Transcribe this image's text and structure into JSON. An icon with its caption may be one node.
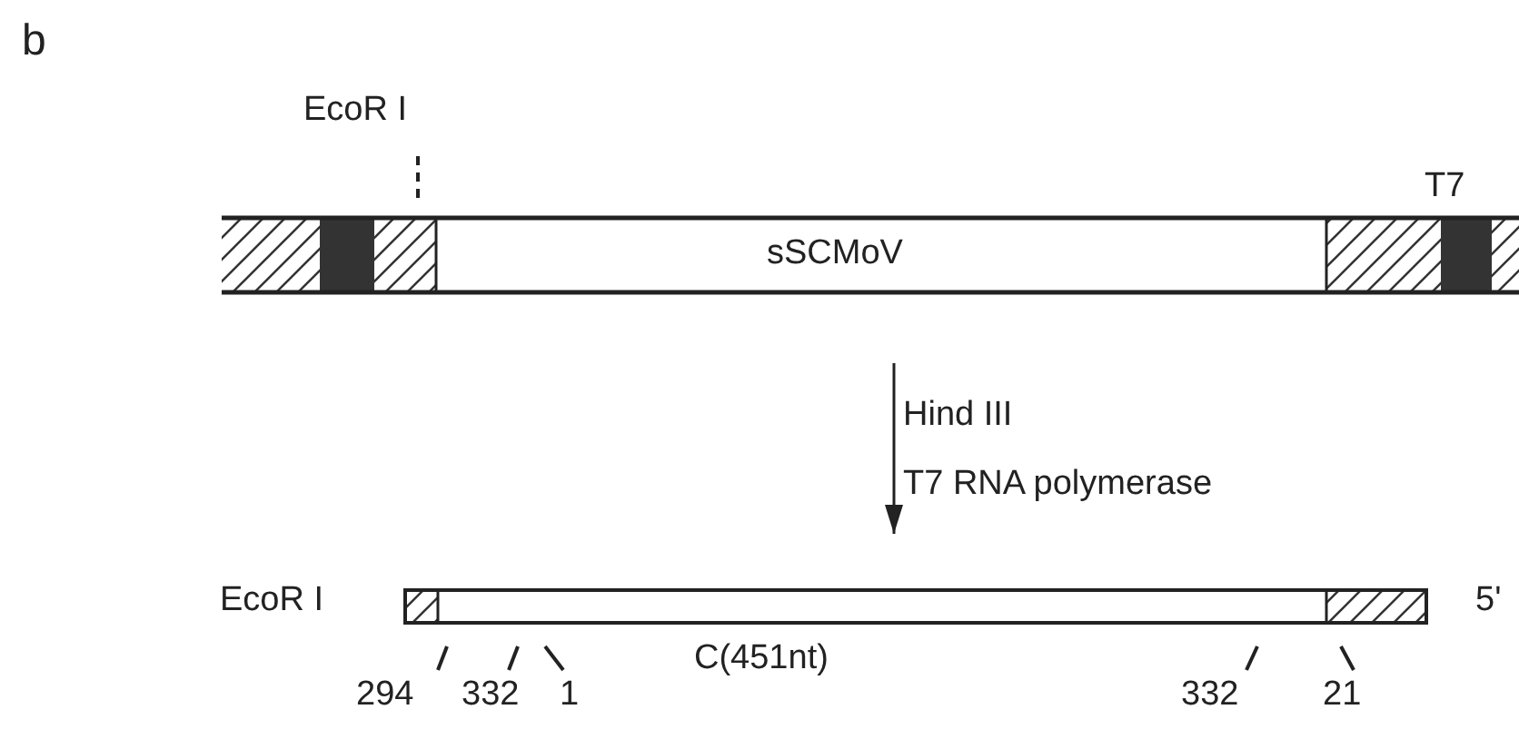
{
  "diagram": {
    "nodes": [
      {
        "text": [
          "sSCMoV"
        ]
      },
      {
        "text": [
          "C(451nt)"
        ]
      }
    ],
    "edges": [
      {
        "from": 0,
        "to": 1,
        "arrow": "to"
      }
    ],
    "labels": [
      "b",
      "EcoR I",
      "T7",
      "Hind III",
      "T7 RNA polymerase",
      "EcoR I",
      "5'",
      "294",
      "332",
      "1",
      "332",
      "21"
    ]
  }
}
